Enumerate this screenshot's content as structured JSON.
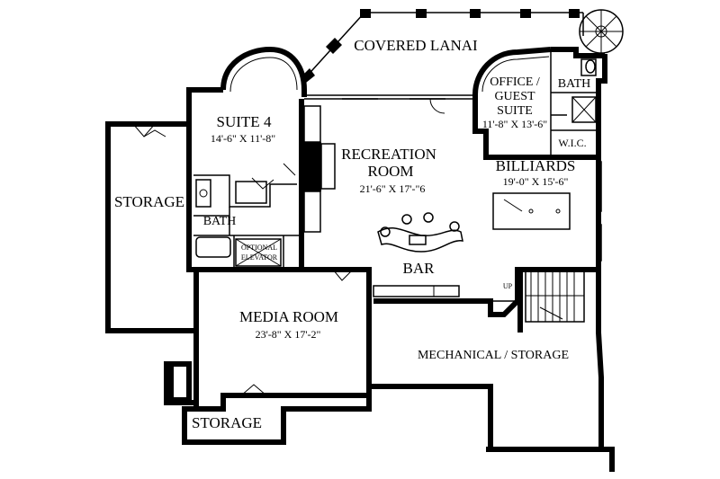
{
  "rooms": {
    "covered_lanai": {
      "name": "COVERED LANAI"
    },
    "office": {
      "name_line1": "OFFICE /",
      "name_line2": "GUEST",
      "name_line3": "SUITE",
      "dims": "11'-8\" X 13'-6\""
    },
    "bath_upper": {
      "name": "BATH"
    },
    "wic": {
      "name": "W.I.C."
    },
    "suite4": {
      "name": "SUITE 4",
      "dims": "14'-6\" X 11'-8\""
    },
    "recreation": {
      "name_line1": "RECREATION",
      "name_line2": "ROOM",
      "dims": "21'-6\" X 17'-\"6"
    },
    "billiards": {
      "name": "BILLIARDS",
      "dims": "19'-0\" X 15'-6\""
    },
    "storage_left": {
      "name": "STORAGE"
    },
    "bath_left": {
      "name": "BATH"
    },
    "elevator": {
      "name_line1": "OPTIONAL",
      "name_line2": "ELEVATOR"
    },
    "bar": {
      "name": "BAR"
    },
    "stairs": {
      "label": "UP"
    },
    "media": {
      "name": "MEDIA ROOM",
      "dims": "23'-8\" X 17'-2\""
    },
    "mechanical": {
      "name": "MECHANICAL / STORAGE"
    },
    "storage_bottom": {
      "name": "STORAGE"
    }
  }
}
